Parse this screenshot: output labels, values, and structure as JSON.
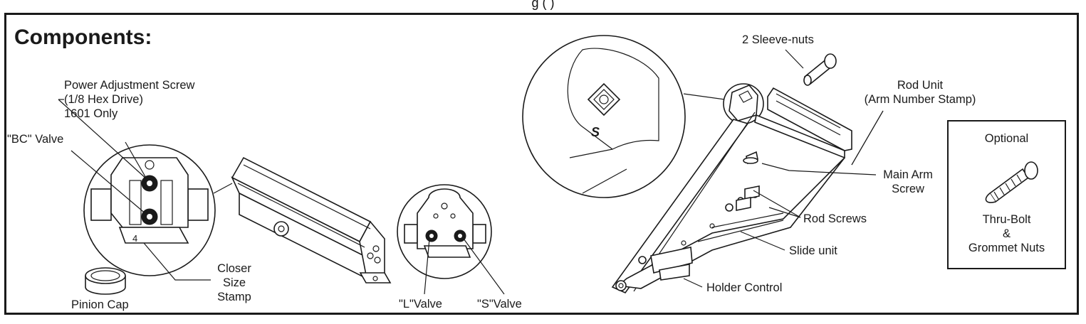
{
  "header_fragment": "g                                                                                          (   )",
  "section_title": "Components:",
  "labels": {
    "power_adjustment_screw": [
      "Power Adjustment Screw",
      "(1/8 Hex Drive)",
      "1601 Only"
    ],
    "bc_valve": "\"BC\" Valve",
    "closer_size_stamp": [
      "Closer",
      "Size",
      "Stamp"
    ],
    "pinion_cap": "Pinion Cap",
    "l_valve": "\"L\"Valve",
    "s_valve": "\"S\"Valve",
    "size_digit": "4",
    "s_mark": "S",
    "sleeve_nuts": "2 Sleeve-nuts",
    "rod_unit": [
      "Rod Unit",
      "(Arm Number Stamp)"
    ],
    "main_arm_screw": [
      "Main Arm",
      "Screw"
    ],
    "rod_screws": "Rod Screws",
    "slide_unit": "Slide unit",
    "holder_control": "Holder Control"
  },
  "optional_box": {
    "title": "Optional",
    "caption": [
      "Thru-Bolt",
      "&",
      "Grommet Nuts"
    ]
  }
}
